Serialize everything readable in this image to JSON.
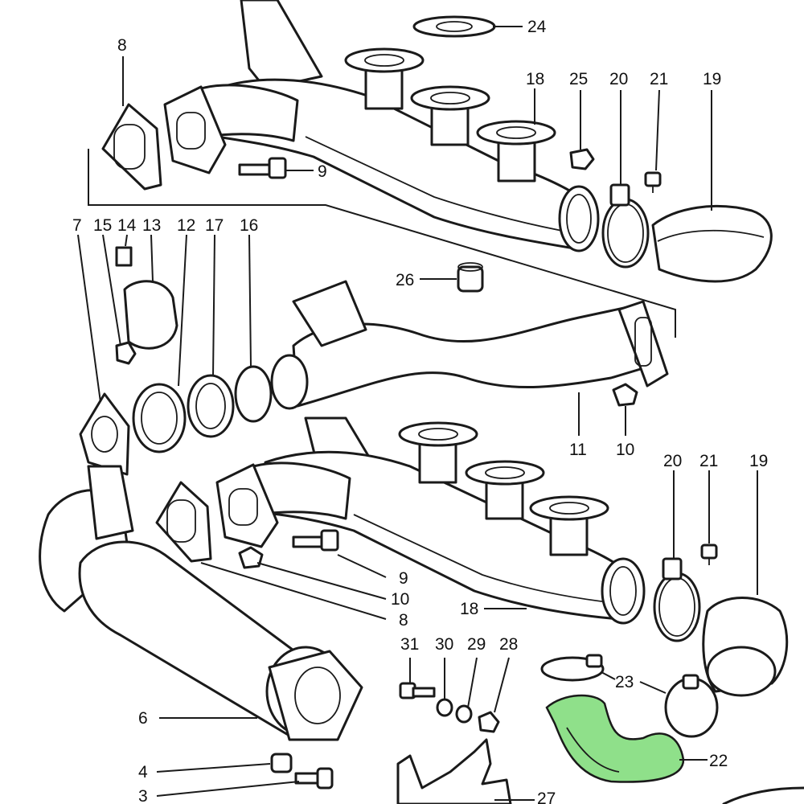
{
  "highlight_color": "#8fe08a",
  "callouts": [
    {
      "id": "c24",
      "text": "24"
    },
    {
      "id": "c8a",
      "text": "8"
    },
    {
      "id": "c18a",
      "text": "18"
    },
    {
      "id": "c25",
      "text": "25"
    },
    {
      "id": "c20a",
      "text": "20"
    },
    {
      "id": "c21a",
      "text": "21"
    },
    {
      "id": "c19a",
      "text": "19"
    },
    {
      "id": "c9a",
      "text": "9"
    },
    {
      "id": "c7",
      "text": "7"
    },
    {
      "id": "c15",
      "text": "15"
    },
    {
      "id": "c14",
      "text": "14"
    },
    {
      "id": "c13",
      "text": "13"
    },
    {
      "id": "c12",
      "text": "12"
    },
    {
      "id": "c17",
      "text": "17"
    },
    {
      "id": "c16",
      "text": "16"
    },
    {
      "id": "c26",
      "text": "26"
    },
    {
      "id": "c11",
      "text": "11"
    },
    {
      "id": "c10a",
      "text": "10"
    },
    {
      "id": "c20b",
      "text": "20"
    },
    {
      "id": "c21b",
      "text": "21"
    },
    {
      "id": "c19b",
      "text": "19"
    },
    {
      "id": "c9b",
      "text": "9"
    },
    {
      "id": "c10b",
      "text": "10"
    },
    {
      "id": "c8b",
      "text": "8"
    },
    {
      "id": "c18b",
      "text": "18"
    },
    {
      "id": "c31",
      "text": "31"
    },
    {
      "id": "c30",
      "text": "30"
    },
    {
      "id": "c29",
      "text": "29"
    },
    {
      "id": "c28",
      "text": "28"
    },
    {
      "id": "c23",
      "text": "23"
    },
    {
      "id": "c6",
      "text": "6"
    },
    {
      "id": "c22",
      "text": "22"
    },
    {
      "id": "c4",
      "text": "4"
    },
    {
      "id": "c3",
      "text": "3"
    },
    {
      "id": "c27",
      "text": "27"
    }
  ]
}
